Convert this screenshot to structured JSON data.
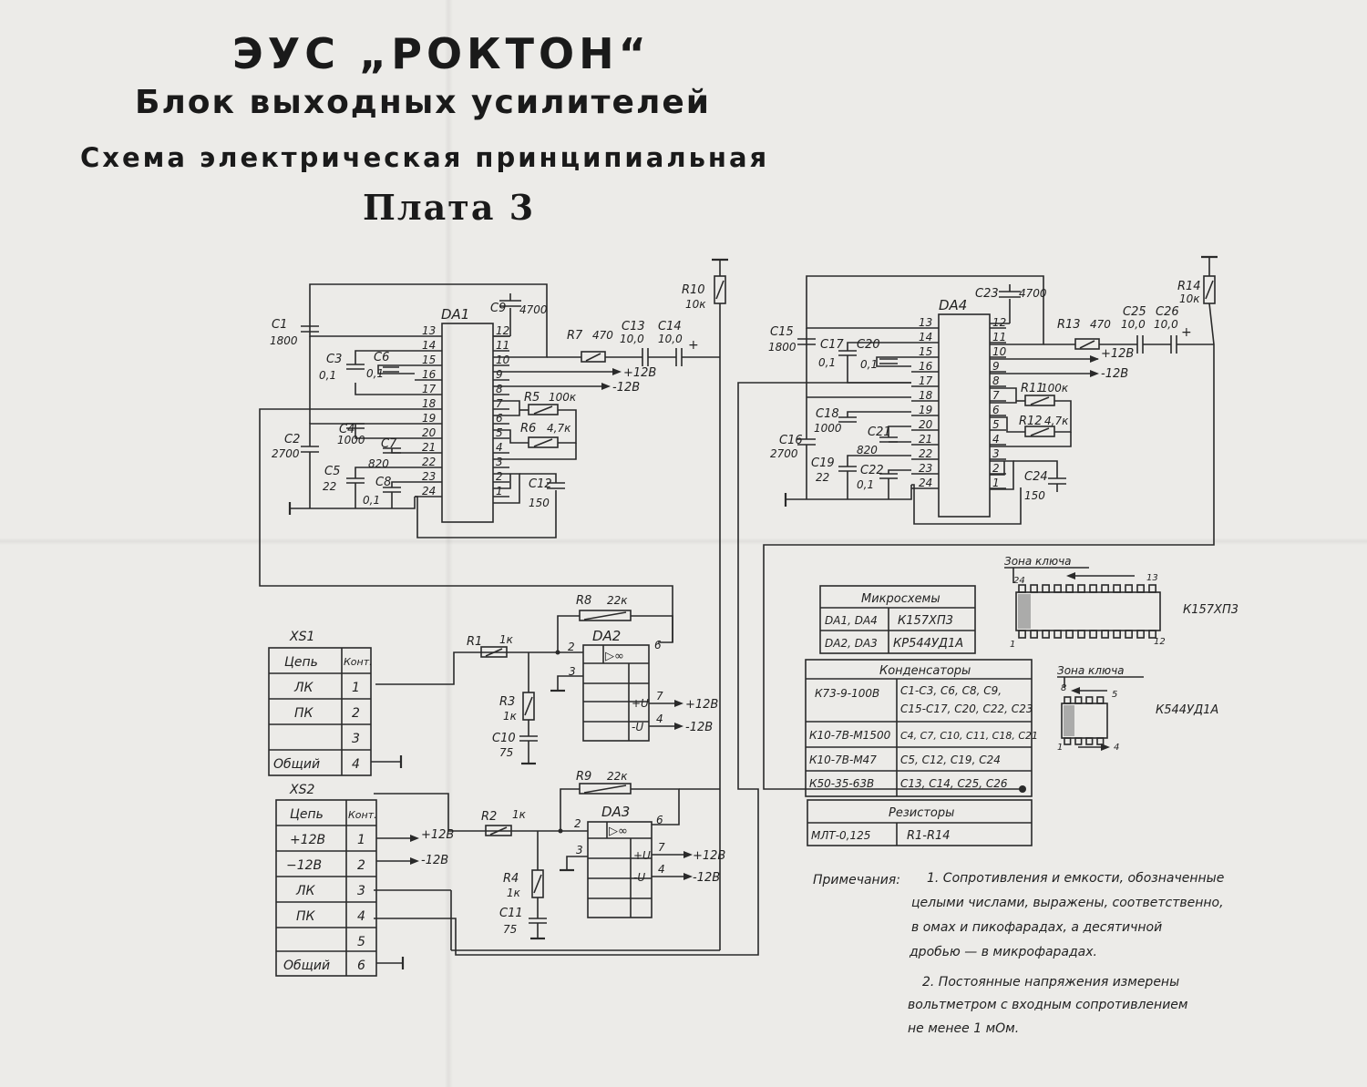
{
  "title": {
    "device": "ЭУС „РОКТОН“",
    "block": "Блок выходных усилителей",
    "scheme": "Схема электрическая принципиальная",
    "board": "Плата 3"
  },
  "chips": {
    "da1": "DA1",
    "da2": "DA2",
    "da3": "DA3",
    "da4": "DA4",
    "op": "▷∞"
  },
  "pins_left": [
    "13",
    "14",
    "15",
    "16",
    "17",
    "18",
    "19",
    "20",
    "21",
    "22",
    "23",
    "24"
  ],
  "pins_right": [
    "12",
    "11",
    "10",
    "9",
    "8",
    "7",
    "6",
    "5",
    "4",
    "3",
    "2",
    "1"
  ],
  "components": {
    "c1": "C1",
    "c1v": "1800",
    "c2": "C2",
    "c2v": "2700",
    "c3": "C3",
    "c3v": "0,1",
    "c4": "C4",
    "c4v": "1000",
    "c5": "C5",
    "c5v": "22",
    "c6": "C6",
    "c6v": "0,1",
    "c7": "C7",
    "c7v": "820",
    "c8": "C8",
    "c8v": "0,1",
    "c9": "C9",
    "c9v": "4700",
    "c10": "C10",
    "c10v": "75",
    "c11": "C11",
    "c11v": "75",
    "c12": "C12",
    "c12v": "150",
    "c13": "C13",
    "c13v": "10,0",
    "c14": "C14",
    "c14v": "10,0",
    "c15": "C15",
    "c15v": "1800",
    "c16": "C16",
    "c16v": "2700",
    "c17": "C17",
    "c17v": "0,1",
    "c18": "C18",
    "c18v": "1000",
    "c19": "C19",
    "c19v": "22",
    "c20": "C20",
    "c20v": "0,1",
    "c21": "C21",
    "c21v": "820",
    "c22": "C22",
    "c22v": "0,1",
    "c23": "C23",
    "c23v": "4700",
    "c24": "C24",
    "c24v": "150",
    "c25": "C25",
    "c25v": "10,0",
    "c26": "C26",
    "c26v": "10,0",
    "r1": "R1",
    "r1v": "1к",
    "r2": "R2",
    "r2v": "1к",
    "r3": "R3",
    "r3v": "1к",
    "r4": "R4",
    "r4v": "1к",
    "r5": "R5",
    "r5v": "100к",
    "r6": "R6",
    "r6v": "4,7к",
    "r7": "R7",
    "r7v": "470",
    "r8": "R8",
    "r8v": "22к",
    "r9": "R9",
    "r9v": "22к",
    "r10": "R10",
    "r10v": "10к",
    "r11": "R11",
    "r11v": "100к",
    "r12": "R12",
    "r12v": "4,7к",
    "r13": "R13",
    "r13v": "470",
    "r14": "R14",
    "r14v": "10к"
  },
  "rails": {
    "pos": "+12В",
    "neg": "-12В"
  },
  "op_pins": {
    "in": "2",
    "gnd": "3",
    "out": "6",
    "vp": "7",
    "vn": "4",
    "ip": "+U",
    "in_neg": "-U"
  },
  "xs1": {
    "label": "XS1",
    "header": [
      "Цепь",
      "Конт."
    ],
    "rows": [
      [
        "ЛК",
        "1"
      ],
      [
        "ПК",
        "2"
      ],
      [
        "",
        "3"
      ],
      [
        "Общий",
        "4"
      ]
    ]
  },
  "xs2": {
    "label": "XS2",
    "header": [
      "Цепь",
      "Конт."
    ],
    "rows": [
      [
        "+12В",
        "1"
      ],
      [
        "−12В",
        "2"
      ],
      [
        "ЛК",
        "3"
      ],
      [
        "ПК",
        "4"
      ],
      [
        "",
        "5"
      ],
      [
        "Общий",
        "6"
      ]
    ],
    "out1": "+12В",
    "out2": "-12В"
  },
  "table_chips": {
    "header": "Микросхемы",
    "rows": [
      [
        "DA1, DA4",
        "К157ХП3"
      ],
      [
        "DA2, DA3",
        "КР544УД1А"
      ]
    ]
  },
  "table_caps": {
    "header": "Конденсаторы",
    "rows": [
      [
        "К73-9-100В",
        "C1-C3, C6, C8, C9,",
        "C15-C17, C20, C22, C23"
      ],
      [
        "К10-7В-М1500",
        "C4, C7, C10, C11, C18, C21",
        ""
      ],
      [
        "К10-7В-М47",
        "C5, C12, C19, C24",
        ""
      ],
      [
        "К50-35-63В",
        "C13, C14, C25, C26",
        ""
      ]
    ]
  },
  "table_res": {
    "header": "Резисторы",
    "rows": [
      [
        "МЛТ-0,125",
        "R1-R14"
      ]
    ]
  },
  "keys": {
    "zone": "Зона ключа",
    "chip1": "К157ХП3",
    "c1p24": "24",
    "c1p13": "13",
    "c1p1": "1",
    "c1p12": "12",
    "chip2": "К544УД1А",
    "c2p8": "8",
    "c2p5": "5",
    "c2p1": "1",
    "c2p4": "4"
  },
  "notes": {
    "label": "Примечания:",
    "n1a": "1. Сопротивления и емкости, обозначенные",
    "n1b": "целыми числами, выражены, соответственно,",
    "n1c": "в омах и пикофарадах, а десятичной",
    "n1d": "дробью — в микрофарадах.",
    "n2a": "2. Постоянные напряжения измерены",
    "n2b": "вольтметром с входным сопротивлением",
    "n2c": "не менее 1 мОм."
  }
}
